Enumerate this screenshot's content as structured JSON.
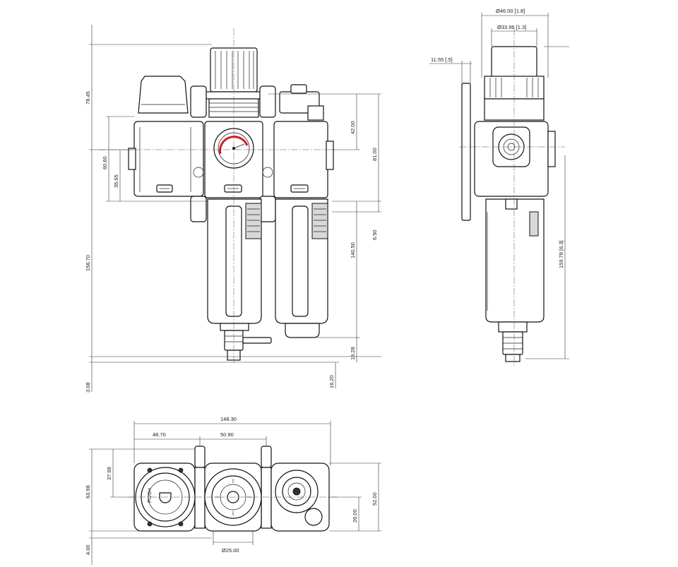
{
  "front_view": {
    "dimensions": {
      "d_78_45": "78.45",
      "d_60_60": "60.60",
      "d_35_65": "35.65",
      "d_156_70": "156.70",
      "d_3_08": "3.08",
      "d_42_00": "42.00",
      "d_81_00": "81.00",
      "d_6_50": "6.50",
      "d_140_50": "140.50",
      "d_19_28": "19.28",
      "d_16_20": "16.20"
    }
  },
  "side_view": {
    "dimensions": {
      "d_46_00": "Ø46.00 [1.8]",
      "d_33_96": "Ø33.96 [1.3]",
      "d_11_55": "11.55 [.5]",
      "d_159_78": "159.78 [6.3]"
    }
  },
  "top_view": {
    "dimensions": {
      "d_148_30": "148.30",
      "d_48_70": "48.70",
      "d_50_90": "50.90",
      "d_37_98": "37.98",
      "d_63_98": "63.98",
      "d_52_00": "52.00",
      "d_26_00": "26.00",
      "d_25_00": "Ø25.00",
      "d_4_00": "4.00"
    },
    "labels": {
      "push": "PUSH"
    }
  },
  "colors": {
    "gauge_red": "#d22020",
    "line": "#111111"
  }
}
